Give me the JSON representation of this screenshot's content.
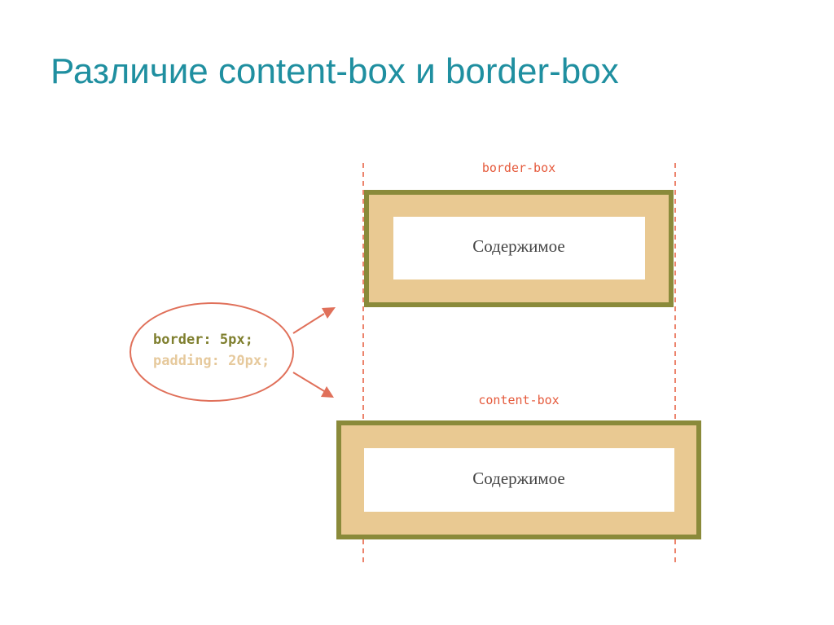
{
  "slide": {
    "title": "Различие content-box и border-box"
  },
  "diagram": {
    "border_box_label": "border-box",
    "content_box_label": "content-box",
    "border_box_content": "Содержимое",
    "content_box_content": "Содержимое",
    "callout": {
      "line1": "border: 5px;",
      "line2": "padding: 20px;"
    }
  },
  "colors": {
    "title": "#1f8fa0",
    "border": "#8a8a3a",
    "padding": "#e9c992",
    "content": "#ffffff",
    "guide": "#e55a3c",
    "callout_stroke": "#e0705a",
    "callout_line1": "#7f7f2e",
    "callout_line2": "#e6c99c"
  }
}
